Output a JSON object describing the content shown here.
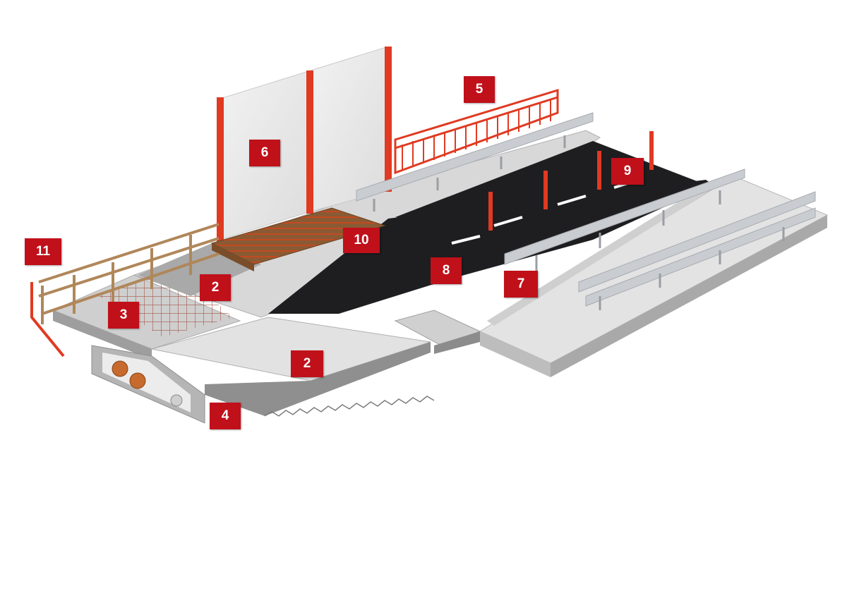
{
  "labels": {
    "noise_barrier": "6",
    "railing": "5",
    "bollards": "9",
    "grate_block": "10",
    "fence": "11",
    "slab_top": "2",
    "road": "8",
    "guardrail": "7",
    "rebar_mesh": "3",
    "slab_edge": "2",
    "utility_duct": "4"
  },
  "colors": {
    "label_bg": "#c0101a",
    "label_text": "#ffffff",
    "asphalt": "#1e1e20",
    "concrete": "#d6d6d6",
    "steel_red": "#e03a22",
    "guardrail": "#c9ccd0",
    "timber": "#b0875a"
  }
}
